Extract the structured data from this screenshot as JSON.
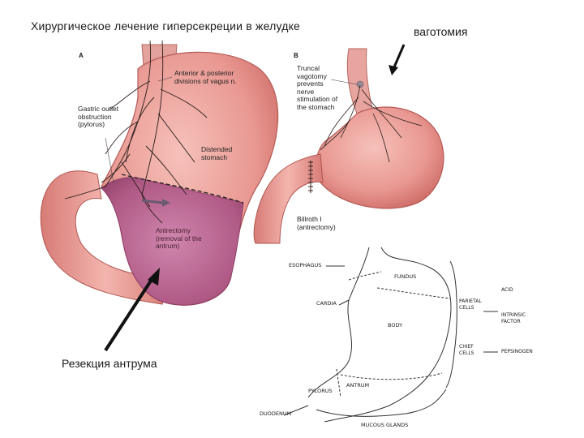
{
  "header": {
    "title": "Хирургическое лечение гиперсекреции в желудке",
    "right_label": "ваготомия"
  },
  "caption": "Резекция антрума",
  "panel_a": {
    "letter": "A",
    "labels": {
      "vagus": "Anterior & posterior divisions of vagus n.",
      "gastric_outlet": "Gastric outlet obstruction (pylorus)",
      "distended": "Distended stomach",
      "antrectomy": "Antrectomy (removal of the antrum)"
    }
  },
  "panel_b": {
    "letter": "B",
    "labels": {
      "truncal": "Truncal vagotomy prevents nerve stimulation of the stomach",
      "billroth": "Billroth I (antrectomy)"
    }
  },
  "sketch": {
    "esophagus": "ESOPHAGUS",
    "fundus": "FUNDUS",
    "cardia": "CARDIA",
    "body": "BODY",
    "antrum": "ANTRUM",
    "pylorus": "PYLORUS",
    "duodenum": "DUODENUM",
    "mucous": "MUCOUS GLANDS",
    "parietal": "PARIETAL CELLS",
    "acid": "ACID",
    "intrinsic": "INTRINSIC FACTOR",
    "chief": "CHIEF CELLS",
    "pepsinogen": "PEPSINOGEN"
  },
  "colors": {
    "stomach_pink": "#e7918a",
    "antrum_purple": "#b05a86",
    "nerve": "#2a1e1a"
  }
}
